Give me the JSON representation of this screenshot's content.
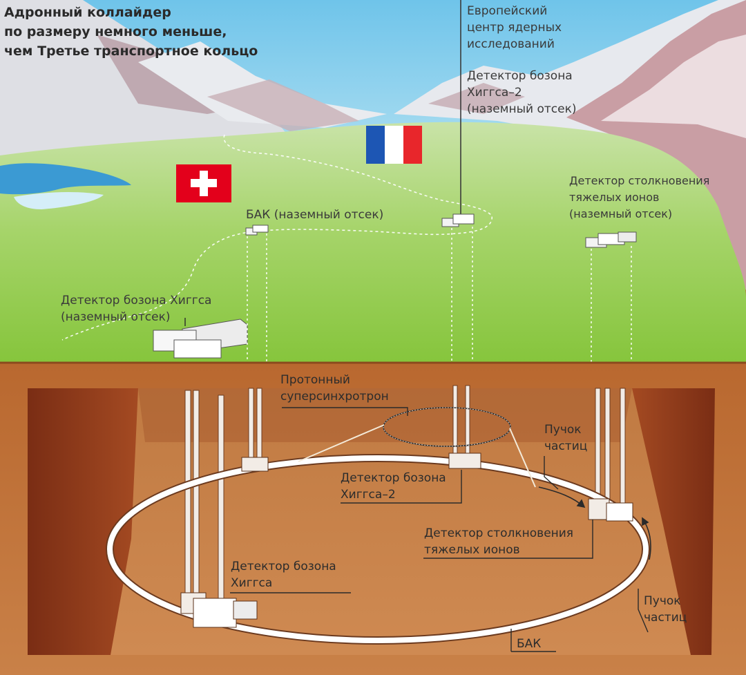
{
  "title": {
    "line1": "Адронный коллайдер",
    "line2": "по размеру немного меньше,",
    "line3": "чем Третье транспортное кольцо"
  },
  "cern": {
    "line1": "Европейский",
    "line2": "центр ядерных",
    "line3": "исследований"
  },
  "higgs2_surface": {
    "line1": "Детектор бозона",
    "line2": "Хиггса–2",
    "line3": "(наземный отсек)"
  },
  "heavy_ion_surface": {
    "line1": "Детектор столкновения",
    "line2": "тяжелых ионов",
    "line3": "(наземный отсек)"
  },
  "lhc_surface": {
    "label": "БАК (наземный отсек)"
  },
  "higgs_surface": {
    "line1": "Детектор бозона Хиггса",
    "line2": "(наземный отсек)"
  },
  "proton_synchrotron": {
    "line1": "Протонный",
    "line2": "суперсинхротрон"
  },
  "beam_upper": {
    "line1": "Пучок",
    "line2": "частиц"
  },
  "beam_lower": {
    "line1": "Пучок",
    "line2": "частиц"
  },
  "higgs2_underground": {
    "line1": "Детектор бозона",
    "line2": "Хиггса–2"
  },
  "heavy_ion_underground": {
    "line1": "Детектор столкновения",
    "line2": "тяжелых ионов"
  },
  "higgs_underground": {
    "line1": "Детектор бозона",
    "line2": "Хиггса"
  },
  "lhc_ring": {
    "label": "БАК"
  },
  "colors": {
    "sky": "#8fd3ee",
    "grass": "#8cc84a",
    "soil": "#c0743a",
    "ring": "#ffffff",
    "swiss_red": "#e3001b",
    "france_blue": "#1d56b4",
    "france_red": "#e8262b"
  }
}
